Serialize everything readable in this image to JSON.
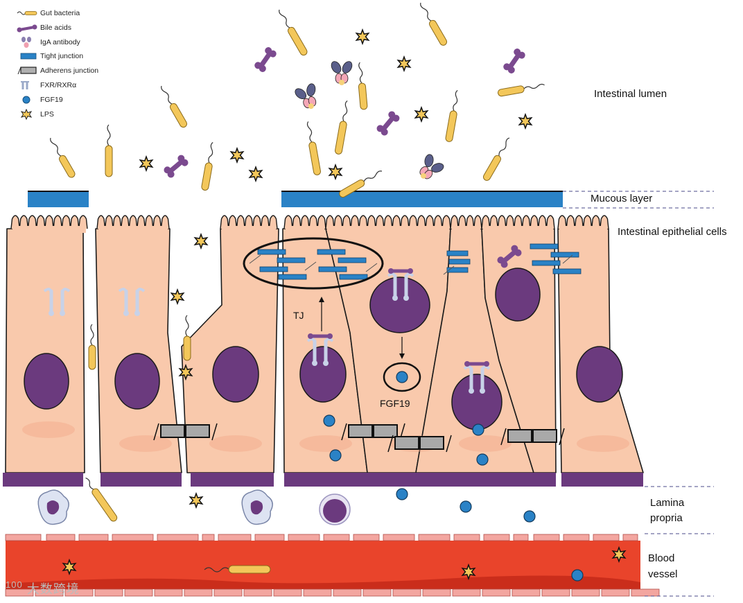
{
  "legend": {
    "items": [
      {
        "icon": "gut-bacteria-icon",
        "label": "Gut bacteria"
      },
      {
        "icon": "bile-acid-icon",
        "label": "Bile acids"
      },
      {
        "icon": "iga-antibody-icon",
        "label": "IgA antibody"
      },
      {
        "icon": "tight-junction-icon",
        "label": "Tight junction"
      },
      {
        "icon": "adherens-junction-icon",
        "label": "Adherens junction"
      },
      {
        "icon": "fxr-rxr-icon",
        "label": "FXR/RXRα"
      },
      {
        "icon": "fgf19-icon",
        "label": "FGF19"
      },
      {
        "icon": "lps-icon",
        "label": "LPS"
      }
    ]
  },
  "regions": {
    "lumen": "Intestinal lumen",
    "mucous": "Mucous layer",
    "epithelial": "Intestinal epithelial cells",
    "lamina_line1": "Lamina",
    "lamina_line2": "propria",
    "blood_line1": "Blood",
    "blood_line2": "vessel"
  },
  "annotations": {
    "tj": "TJ",
    "fgf19": "FGF19"
  },
  "watermark": {
    "num": "100",
    "text": "大数跨境"
  },
  "colors": {
    "cell_fill": "#f9c9ac",
    "cell_stroke": "#1a1a1a",
    "nucleus": "#6b3a7e",
    "basement": "#6b3a7e",
    "mucous": "#2a82c6",
    "tight_junction": "#2a82c6",
    "adherens": "#a9a9a9",
    "fgf19": "#2a82c6",
    "bacteria": "#f3c75a",
    "bile_acid": "#7b4a8f",
    "lps": "#f3c75a",
    "blood": "#e9442b",
    "vessel_wall": "#f3a6a0"
  }
}
